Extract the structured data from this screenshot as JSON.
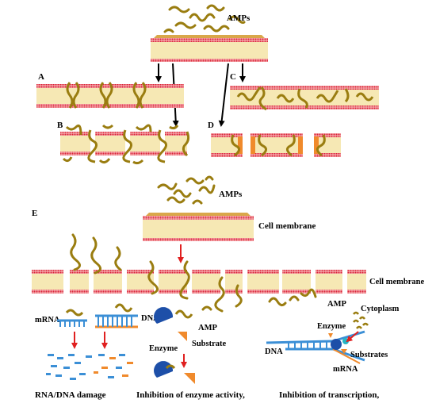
{
  "labels": {
    "amps_top": "AMPs",
    "panel_a": "A",
    "panel_b": "B",
    "panel_c": "C",
    "panel_d": "D",
    "panel_e": "E",
    "amps_e": "AMPs",
    "cell_membrane_top": "Cell membrane",
    "cell_membrane_right": "Cell membrane",
    "cytoplasm": "Cytoplasm",
    "mrna_left": "mRNA",
    "dna_left": "DNA",
    "enzyme_center": "Enzyme",
    "amp_center": "AMP",
    "substrate_center": "Substrate",
    "dna_right": "DNA",
    "enzyme_right": "Enzyme",
    "amp_right": "AMP",
    "substrates_right": "Substrates",
    "mrna_right": "mRNA",
    "caption_damage": "RNA/DNA damage",
    "caption_enzyme": "Inhibition of enzyme activity,",
    "caption_transcription": "Inhibition of transcription,"
  },
  "colors": {
    "membrane_body": "#f6e8b4",
    "membrane_surface": "#d9263b",
    "peptide": "#9a7d10",
    "arrow_black": "#000000",
    "arrow_red": "#e02020",
    "enzyme": "#1d4fa8",
    "substrate": "#f08a2c",
    "nucleic_acid": "#3b8fd6"
  }
}
